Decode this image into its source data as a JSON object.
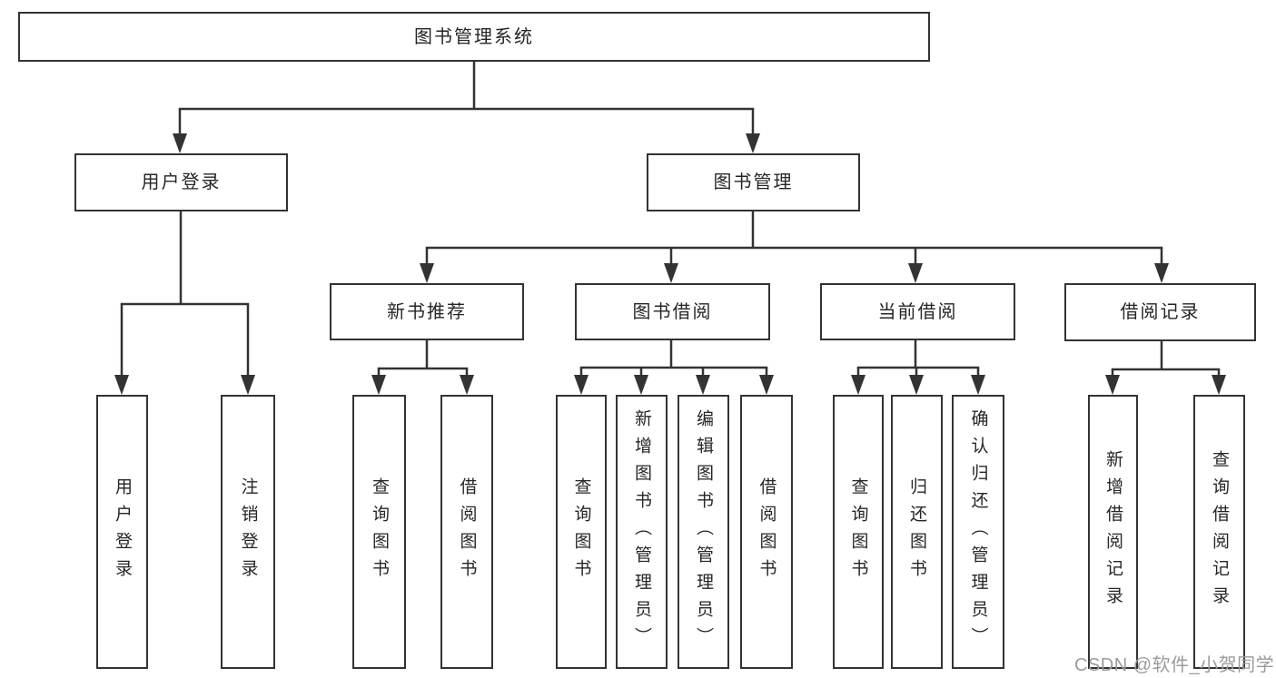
{
  "diagram": {
    "root": {
      "label": "图书管理系统"
    },
    "level2": [
      {
        "id": "user-login",
        "label": "用户登录"
      },
      {
        "id": "book-management",
        "label": "图书管理"
      }
    ],
    "level3": [
      {
        "id": "new-book-recommend",
        "label": "新书推荐"
      },
      {
        "id": "book-borrow",
        "label": "图书借阅"
      },
      {
        "id": "current-borrow",
        "label": "当前借阅"
      },
      {
        "id": "borrow-record",
        "label": "借阅记录"
      }
    ],
    "leaves": [
      {
        "id": "user-login",
        "label": "用户登录"
      },
      {
        "id": "logout",
        "label": "注销登录"
      },
      {
        "id": "query-books-1",
        "label": "查询图书"
      },
      {
        "id": "borrow-books-1",
        "label": "借阅图书"
      },
      {
        "id": "query-books-2",
        "label": "查询图书"
      },
      {
        "id": "add-books-admin",
        "label": "新增图书（管理员）"
      },
      {
        "id": "edit-books-admin",
        "label": "编辑图书（管理员）"
      },
      {
        "id": "borrow-books-2",
        "label": "借阅图书"
      },
      {
        "id": "query-books-3",
        "label": "查询图书"
      },
      {
        "id": "return-books",
        "label": "归还图书"
      },
      {
        "id": "confirm-return-admin",
        "label": "确认归还（管理员）"
      },
      {
        "id": "add-borrow-record",
        "label": "新增借阅记录"
      },
      {
        "id": "query-borrow-record",
        "label": "查询借阅记录"
      }
    ]
  },
  "watermark": {
    "text": "CSDN @软件_小贺同学"
  },
  "colors": {
    "line": "#333333",
    "border": "#333333",
    "text": "#262626",
    "watermark": "#9b9b9b",
    "background": "#ffffff"
  }
}
